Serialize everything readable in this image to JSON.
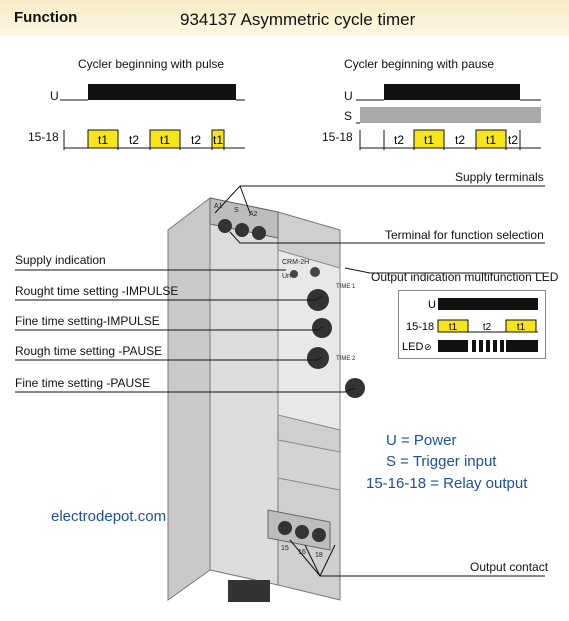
{
  "header": {
    "function_label": "Function",
    "title": "934137 Asymmetric cycle timer"
  },
  "timing_left": {
    "title": "Cycler beginning with pulse",
    "rows": [
      "U",
      "15-18"
    ],
    "segments": [
      "t1",
      "t2",
      "t1",
      "t2",
      "t1"
    ]
  },
  "timing_right": {
    "title": "Cycler beginning with pause",
    "rows": [
      "U",
      "S",
      "15-18"
    ],
    "segments": [
      "t2",
      "t1",
      "t2",
      "t1",
      "t2"
    ]
  },
  "callouts": {
    "supply_terminals": "Supply terminals",
    "function_terminal": "Terminal for function  selection",
    "output_led": "Output indication  multifunction LED",
    "supply_indication": "Supply indication",
    "rough_impulse": "Rought time setting -IMPULSE",
    "fine_impulse": "Fine time setting-IMPULSE",
    "rough_pause": "Rough time setting -PAUSE",
    "fine_pause": "Fine time setting -PAUSE",
    "output_contact": "Output contact"
  },
  "led_diagram": {
    "rows": [
      "U",
      "15-18",
      "LED"
    ],
    "segments": [
      "t1",
      "t2",
      "t1"
    ]
  },
  "device": {
    "model": "CRM-2H",
    "un": "Un",
    "time1": "TIME 1",
    "time2": "TIME 2",
    "top_terminals": [
      "A1",
      "S",
      "A2"
    ],
    "bottom_terminals": [
      "15",
      "16",
      "18"
    ]
  },
  "legend": {
    "u": "U  = Power",
    "s": "S = Trigger input",
    "relay": "15-16-18 = Relay output"
  },
  "brand": "electrodepot.com",
  "colors": {
    "pulse": "#f5e51a",
    "pause_bar": "#a9a9a9",
    "supply_bar": "#111111",
    "link": "#1f4fa0"
  }
}
